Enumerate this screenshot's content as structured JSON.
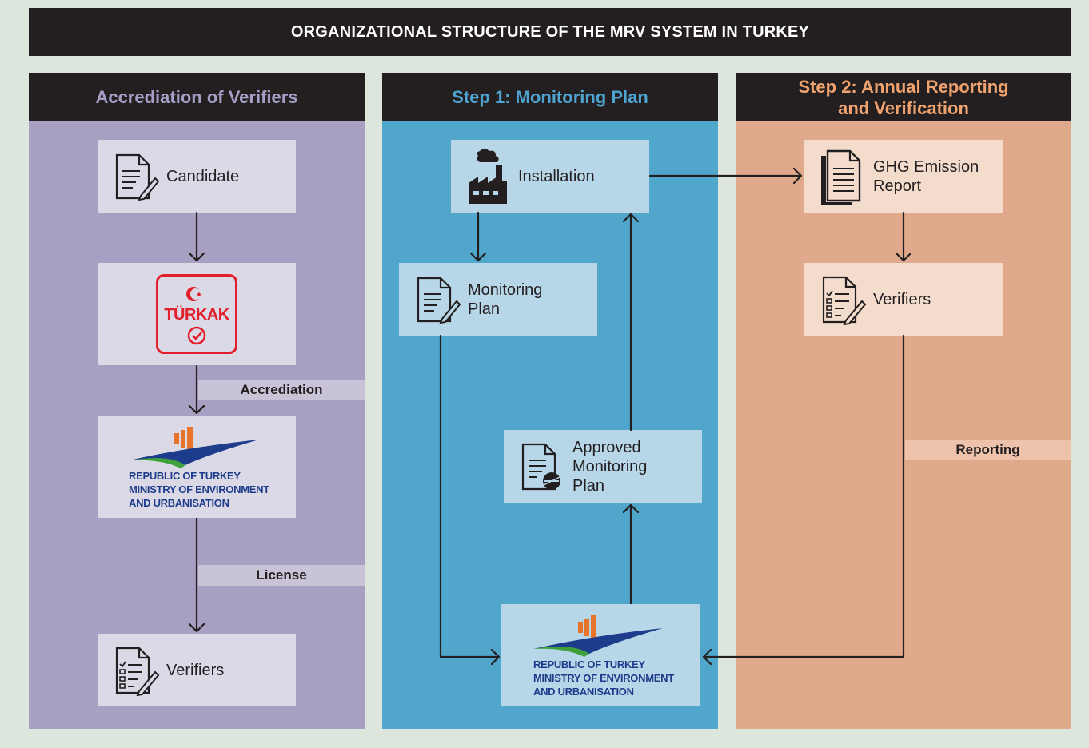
{
  "title": "ORGANIZATIONAL STRUCTURE OF THE MRV SYSTEM IN TURKEY",
  "columns": [
    {
      "heading": "Accrediation of Verifiers",
      "color": "#a8a0c2",
      "heading_color": "#a59fc6",
      "nodes": {
        "candidate": "Candidate",
        "turkak_logo": "TÜRKAK",
        "ministry_logo": "REPUBLIC OF TURKEY\nMINISTRY OF ENVIRONMENT\nAND URBANISATION",
        "verifiers": "Verifiers"
      },
      "bands": {
        "accreditation": "Accrediation",
        "license": "License"
      }
    },
    {
      "heading": "Step 1: Monitoring Plan",
      "color": "#51a6cc",
      "heading_color": "#4fa3d1",
      "nodes": {
        "installation": "Installation",
        "monitoring_plan": "Monitoring\nPlan",
        "approved_plan": "Approved\nMonitoring\nPlan",
        "ministry_logo": "REPUBLIC OF TURKEY\nMINISTRY OF ENVIRONMENT\nAND URBANISATION"
      }
    },
    {
      "heading": "Step 2: Annual Reporting\nand Verification",
      "color": "#e1a98c",
      "heading_color": "#f0a36f",
      "nodes": {
        "ghg_report": "GHG Emission\nReport",
        "verifiers": "Verifiers"
      },
      "bands": {
        "reporting": "Reporting"
      }
    }
  ],
  "colors": {
    "dark": "#231f20",
    "box_purple": "#dcd9e6",
    "box_blue": "#b7d6e8",
    "box_peach": "#f4dccd",
    "band_purple": "#c9c3d8",
    "band_peach": "#eec3ab",
    "turkak_red": "#e1202b",
    "ministry_blue": "#1d3c8c",
    "ministry_orange": "#e8732a",
    "ministry_green": "#3fa13a"
  },
  "icons": [
    "document-pen-icon",
    "checklist-pen-icon",
    "factory-icon",
    "document-stack-icon",
    "document-stamp-icon",
    "turkak-logo",
    "ministry-logo"
  ]
}
